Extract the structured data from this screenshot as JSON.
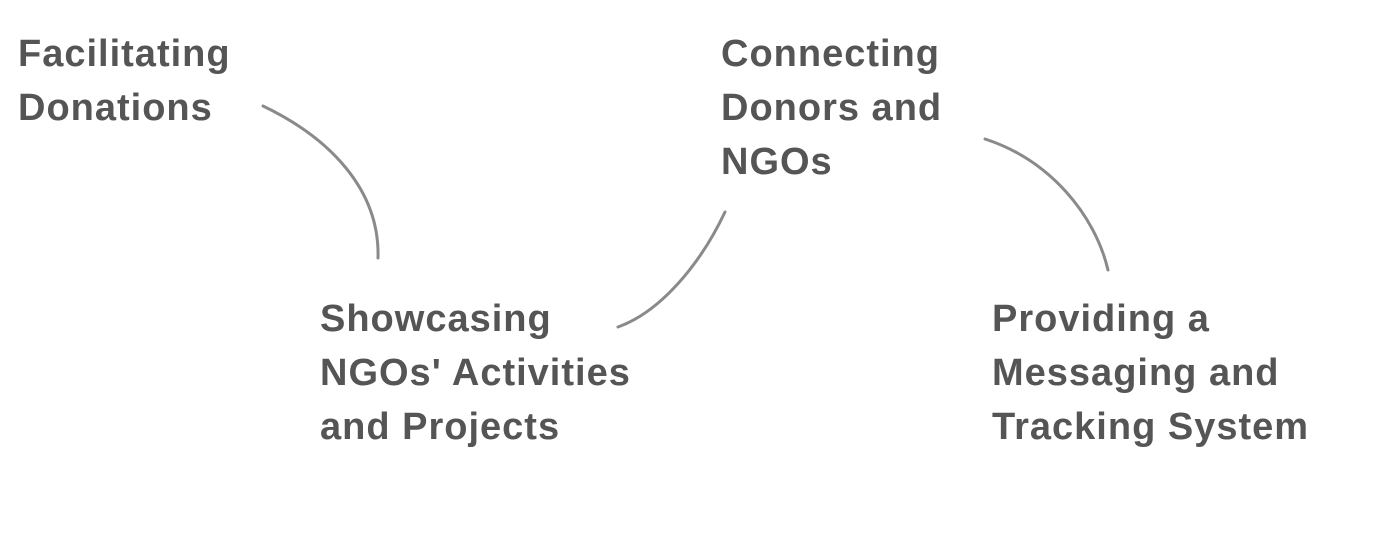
{
  "diagram": {
    "nodes": [
      {
        "id": "facilitating-donations",
        "lines": [
          "Facilitating",
          "Donations"
        ]
      },
      {
        "id": "showcasing-ngos-activities",
        "lines": [
          "Showcasing",
          "NGOs' Activities",
          "and Projects"
        ]
      },
      {
        "id": "connecting-donors-ngos",
        "lines": [
          "Connecting",
          "Donors and",
          "NGOs"
        ]
      },
      {
        "id": "messaging-tracking-system",
        "lines": [
          "Providing a",
          "Messaging and",
          "Tracking System"
        ]
      }
    ],
    "connectors": [
      {
        "from": "facilitating-donations",
        "to": "showcasing-ngos-activities"
      },
      {
        "from": "showcasing-ngos-activities",
        "to": "connecting-donors-ngos"
      },
      {
        "from": "connecting-donors-ngos",
        "to": "messaging-tracking-system"
      }
    ],
    "colors": {
      "text": "#555555",
      "connector": "#8a8a8a",
      "background": "#ffffff"
    }
  }
}
